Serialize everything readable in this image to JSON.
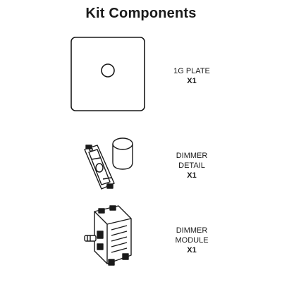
{
  "title": "Kit Components",
  "components": [
    {
      "name_lines": [
        "1G PLATE"
      ],
      "quantity": "X1",
      "illustration": "plate-icon"
    },
    {
      "name_lines": [
        "DIMMER",
        "DETAIL"
      ],
      "quantity": "X1",
      "illustration": "dimmer-detail-icon"
    },
    {
      "name_lines": [
        "DIMMER",
        "MODULE"
      ],
      "quantity": "X1",
      "illustration": "dimmer-module-icon"
    }
  ]
}
